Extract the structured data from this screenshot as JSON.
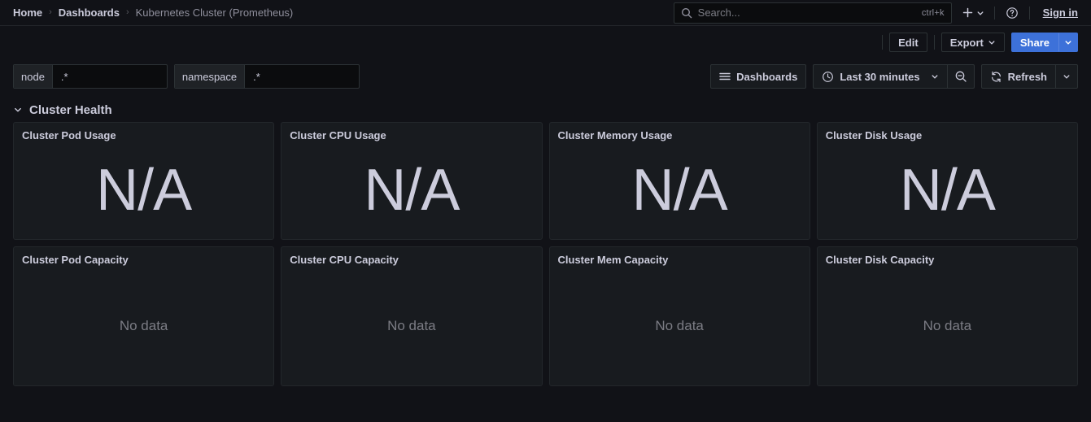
{
  "nav": {
    "breadcrumb": [
      {
        "label": "Home",
        "current": false
      },
      {
        "label": "Dashboards",
        "current": false
      },
      {
        "label": "Kubernetes Cluster (Prometheus)",
        "current": true
      }
    ],
    "separator": "›",
    "search": {
      "placeholder": "Search...",
      "shortcut": "ctrl+k",
      "icon": "search-icon"
    },
    "add_icon": "plus-icon",
    "add_chevron_icon": "chevron-down-icon",
    "help_icon": "help-circle-icon",
    "signin_label": "Sign in"
  },
  "actions": {
    "edit_label": "Edit",
    "export_label": "Export",
    "export_chevron_icon": "chevron-down-icon",
    "share_label": "Share",
    "share_chevron_icon": "chevron-down-icon"
  },
  "variables": [
    {
      "name": "node",
      "label": "node",
      "value": ".*"
    },
    {
      "name": "namespace",
      "label": "namespace",
      "value": ".*"
    }
  ],
  "timebar": {
    "dashboards_label": "Dashboards",
    "dashboards_icon": "hamburger-icon",
    "time_range": "Last 30 minutes",
    "time_icon": "clock-icon",
    "time_chevron_icon": "chevron-down-icon",
    "zoom_out_icon": "zoom-out-icon",
    "refresh_label": "Refresh",
    "refresh_icon": "refresh-icon",
    "refresh_chevron_icon": "chevron-down-icon"
  },
  "row": {
    "title": "Cluster Health",
    "collapse_icon": "chevron-down-icon",
    "expanded": true
  },
  "panels": {
    "usage": [
      {
        "title": "Cluster Pod Usage",
        "value": "N/A"
      },
      {
        "title": "Cluster CPU Usage",
        "value": "N/A"
      },
      {
        "title": "Cluster Memory Usage",
        "value": "N/A"
      },
      {
        "title": "Cluster Disk Usage",
        "value": "N/A"
      }
    ],
    "capacity": [
      {
        "title": "Cluster Pod Capacity",
        "value": "No data"
      },
      {
        "title": "Cluster CPU Capacity",
        "value": "No data"
      },
      {
        "title": "Cluster Mem Capacity",
        "value": "No data"
      },
      {
        "title": "Cluster Disk Capacity",
        "value": "No data"
      }
    ]
  },
  "colors": {
    "page_bg": "#111217",
    "panel_bg": "#181b1f",
    "panel_border": "#23272b",
    "text": "#ccccdc",
    "text_muted": "#7b7c84",
    "accent_blue": "#3d71d9"
  }
}
